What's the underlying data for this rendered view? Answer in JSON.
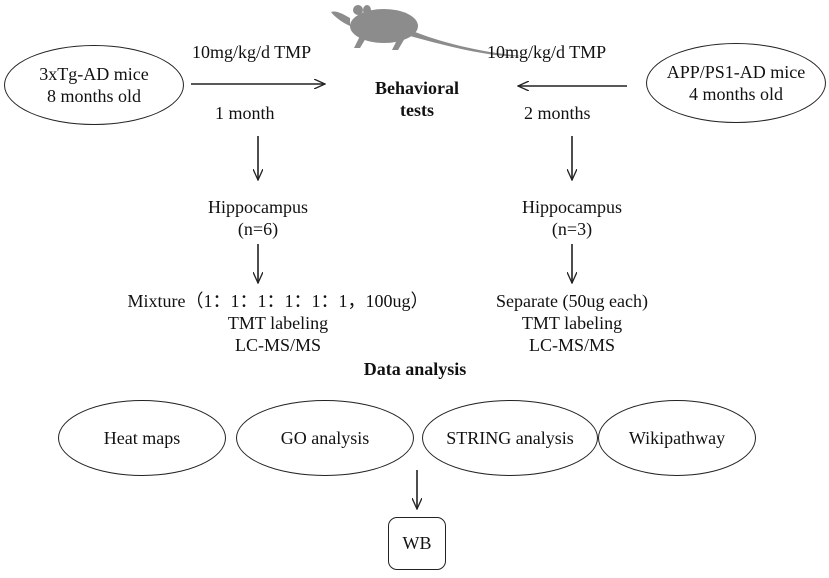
{
  "left_group": {
    "mice_line1": "3xTg-AD mice",
    "mice_line2": "8 months old",
    "dose": "10mg/kg/d TMP",
    "duration": "1 month",
    "tissue": "Hippocampus",
    "n": "(n=6)",
    "prep1": "Mixture（1：1：1：1：1：1，100ug）",
    "prep2": "TMT labeling",
    "prep3": "LC-MS/MS"
  },
  "right_group": {
    "mice_line1": "APP/PS1-AD mice",
    "mice_line2": "4 months old",
    "dose": "10mg/kg/d TMP",
    "duration": "2 months",
    "tissue": "Hippocampus",
    "n": "(n=3)",
    "prep1": "Separate (50ug each)",
    "prep2": "TMT labeling",
    "prep3": "LC-MS/MS"
  },
  "center": {
    "behavioral_line1": "Behavioral",
    "behavioral_line2": "tests",
    "data_analysis": "Data analysis"
  },
  "analyses": [
    "Heat maps",
    "GO analysis",
    "STRING analysis",
    "Wikipathway"
  ],
  "validation": "WB",
  "colors": {
    "mouse": "#8c8c8c",
    "line": "#222222"
  },
  "icons": {
    "mouse": "mouse-icon"
  }
}
